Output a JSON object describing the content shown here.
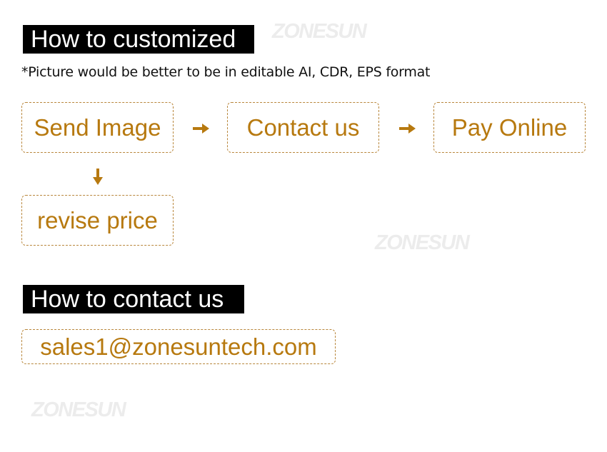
{
  "watermarks": {
    "top": "ZONESUN",
    "middle": "ZONESUN",
    "bottom": "ZONESUN"
  },
  "customize": {
    "heading": "How to customized",
    "note": "*Picture would be better to be in editable AI, CDR, EPS format",
    "steps": [
      {
        "label": "Send Image"
      },
      {
        "label": "Contact us"
      },
      {
        "label": "Pay Online"
      },
      {
        "label": "revise price"
      }
    ]
  },
  "contact": {
    "heading": "How to contact us",
    "email": "sales1@zonesuntech.com"
  },
  "colors": {
    "accent": "#b7790f",
    "heading_background": "#000000",
    "heading_text": "#ffffff",
    "watermark": "#ececec"
  }
}
